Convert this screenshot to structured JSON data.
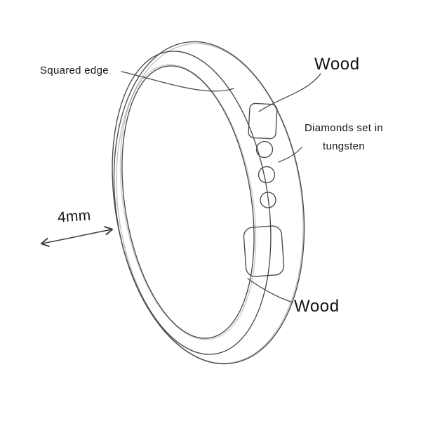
{
  "annotations": {
    "squared_edge": {
      "text": "Squared edge"
    },
    "wood_top": {
      "text": "Wood"
    },
    "diamonds": {
      "line1": "Diamonds set in",
      "line2": "tungsten"
    },
    "width": {
      "text": "4mm"
    },
    "wood_bottom": {
      "text": "Wood"
    }
  },
  "colors": {
    "ink": "#454545",
    "text": "#151515",
    "background": "#ffffff"
  }
}
